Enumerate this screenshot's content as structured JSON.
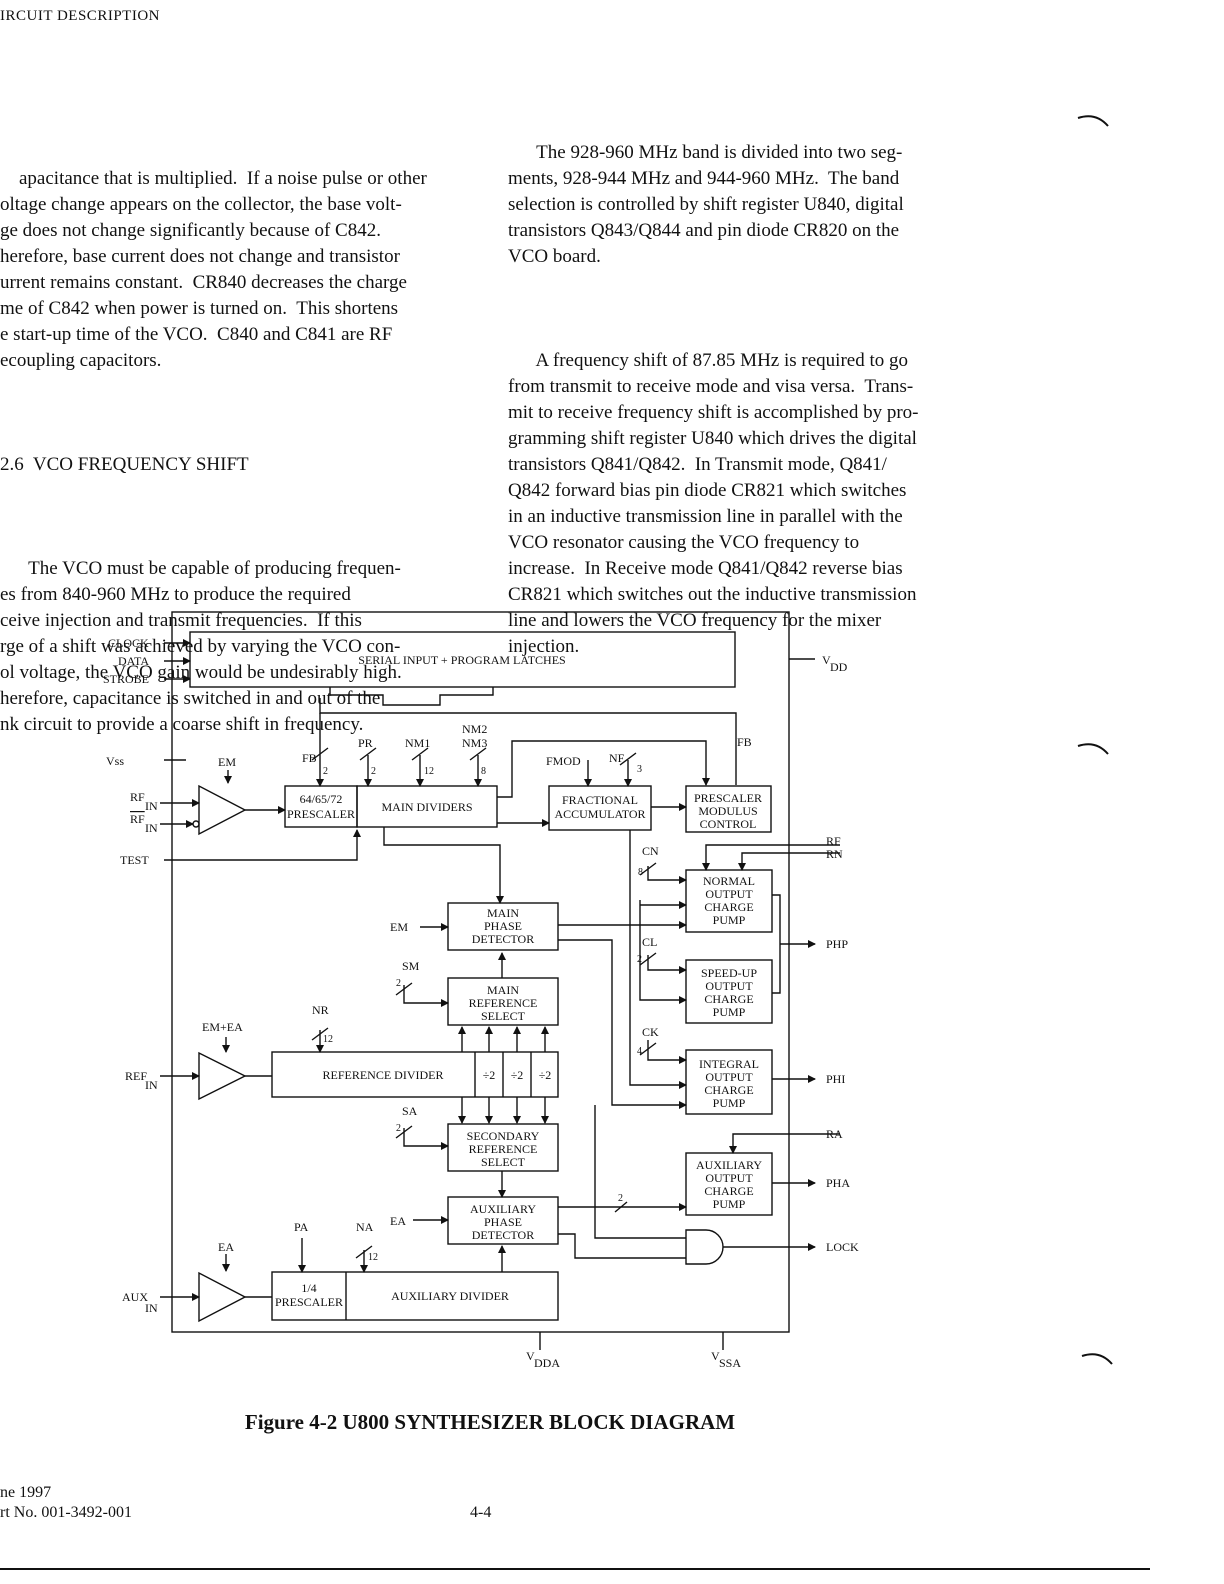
{
  "header": {
    "section": "IRCUIT DESCRIPTION"
  },
  "left_column": {
    "para1": [
      "apacitance that is multiplied.  If a noise pulse or other",
      "oltage change appears on the collector, the base volt-",
      "ge does not change significantly because of C842.",
      "herefore, base current does not change and transistor",
      "urrent remains constant.  CR840 decreases the charge",
      "me of C842 when power is turned on.  This shortens",
      "e start-up time of the VCO.  C840 and C841 are RF",
      "ecoupling capacitors."
    ],
    "section_heading": "2.6  VCO FREQUENCY SHIFT",
    "para2": [
      "      The VCO must be capable of producing frequen-",
      "es from 840-960 MHz to produce the required",
      "ceive injection and transmit frequencies.  If this",
      "rge of a shift was achieved by varying the VCO con-",
      "ol voltage, the VCO gain would be undesirably high.",
      "herefore, capacitance is switched in and out of the",
      "nk circuit to provide a coarse shift in frequency."
    ]
  },
  "right_column": {
    "para1": [
      "      The 928-960 MHz band is divided into two seg-",
      "ments, 928-944 MHz and 944-960 MHz.  The band",
      "selection is controlled by shift register U840, digital",
      "transistors Q843/Q844 and pin diode CR820 on the",
      "VCO board."
    ],
    "para2": [
      "      A frequency shift of 87.85 MHz is required to go",
      "from transmit to receive mode and visa versa.  Trans-",
      "mit to receive frequency shift is accomplished by pro-",
      "gramming shift register U840 which drives the digital",
      "transistors Q841/Q842.  In Transmit mode, Q841/",
      "Q842 forward bias pin diode CR821 which switches",
      "in an inductive transmission line in parallel with the",
      "VCO resonator causing the VCO frequency to",
      "increase.  In Receive mode Q841/Q842 reverse bias",
      "CR821 which switches out the inductive transmission",
      "line and lowers the VCO frequency for the mixer",
      "injection."
    ]
  },
  "diagram": {
    "blocks": {
      "latches": "SERIAL INPUT + PROGRAM LATCHES",
      "prescaler_1": "64/65/72",
      "prescaler_2": "PRESCALER",
      "main_dividers": "MAIN DIVIDERS",
      "frac_1": "FRACTIONAL",
      "frac_2": "ACCUMULATOR",
      "pmc_1": "PRESCALER",
      "pmc_2": "MODULUS",
      "pmc_3": "CONTROL",
      "mpd_1": "MAIN",
      "mpd_2": "PHASE",
      "mpd_3": "DETECTOR",
      "mrs_1": "MAIN",
      "mrs_2": "REFERENCE",
      "mrs_3": "SELECT",
      "ref_div": "REFERENCE DIVIDER",
      "div2": "÷2",
      "srs_1": "SECONDARY",
      "srs_2": "REFERENCE",
      "srs_3": "SELECT",
      "apd_1": "AUXILIARY",
      "apd_2": "PHASE",
      "apd_3": "DETECTOR",
      "aux_pre_1": "1/4",
      "aux_pre_2": "PRESCALER",
      "aux_div": "AUXILIARY DIVIDER",
      "ncp_1": "NORMAL",
      "ncp_2": "OUTPUT",
      "ncp_3": "CHARGE",
      "ncp_4": "PUMP",
      "scp_1": "SPEED-UP",
      "scp_2": "OUTPUT",
      "scp_3": "CHARGE",
      "scp_4": "PUMP",
      "icp_1": "INTEGRAL",
      "icp_2": "OUTPUT",
      "icp_3": "CHARGE",
      "icp_4": "PUMP",
      "acp_1": "AUXILIARY",
      "acp_2": "OUTPUT",
      "acp_3": "CHARGE",
      "acp_4": "PUMP"
    },
    "inputs": {
      "clock": "CLOCK",
      "data": "DATA",
      "strobe": "STROBE",
      "vss": "Vss",
      "rf": "RF",
      "rf_bar": "RF",
      "in": "IN",
      "test": "TEST",
      "ref": "REF",
      "aux": "AUX"
    },
    "control": {
      "em": "EM",
      "fb": "FB",
      "pr": "PR",
      "nm1": "NM1",
      "nm2": "NM2",
      "nm3": "NM3",
      "fmod": "FMOD",
      "nf": "NF",
      "cn": "CN",
      "cl": "CL",
      "ck": "CK",
      "sm": "SM",
      "nr": "NR",
      "em_ea": "EM+EA",
      "sa": "SA",
      "ea": "EA",
      "pa": "PA",
      "na": "NA",
      "rf_out": "RF",
      "rn": "RN",
      "ra": "RA"
    },
    "bus_widths": {
      "fb": "2",
      "pr": "2",
      "nm1": "12",
      "nm3": "8",
      "nf": "3",
      "cn": "8",
      "cl": "2",
      "ck": "4",
      "sm": "2",
      "nr": "12",
      "sa": "2",
      "na": "12",
      "lock_bus": "2"
    },
    "outputs": {
      "vdd": "V",
      "vdd_sub": "DD",
      "php": "PHP",
      "phi": "PHI",
      "pha": "PHA",
      "lock": "LOCK",
      "vdda": "V",
      "vdda_sub": "DDA",
      "vssa": "V",
      "vssa_sub": "SSA"
    }
  },
  "caption": "Figure 4-2   U800 SYNTHESIZER BLOCK DIAGRAM",
  "footer": {
    "date": "ne 1997",
    "part": "rt No. 001-3492-001",
    "page": "4-4"
  }
}
